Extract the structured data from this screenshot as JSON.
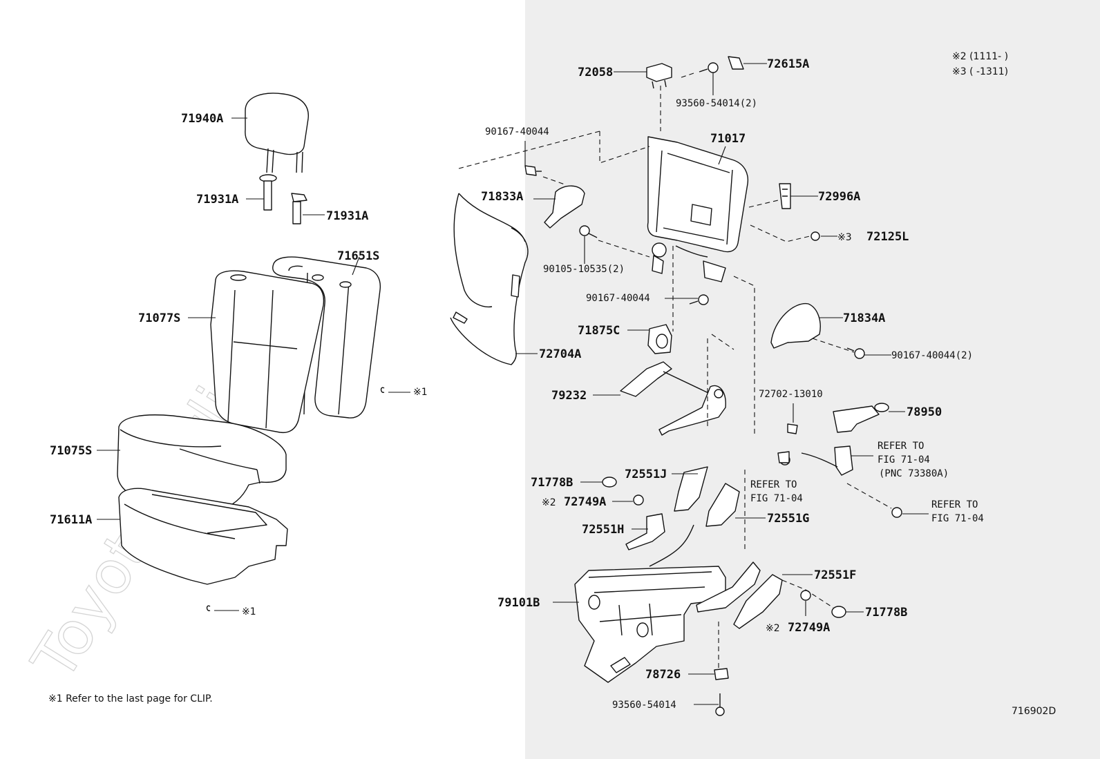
{
  "diagram_code": "716902D",
  "watermark": "ToyotaCarline.ru",
  "legend": {
    "note_2": "※2 (1111-      )",
    "note_3": "※3 (      -1311)"
  },
  "footnote": "※1  Refer to the last page for CLIP.",
  "clip_note": "※1",
  "parts": {
    "p72058": "72058",
    "p72615A": "72615A",
    "p93560_54014_2": "93560-54014(2)",
    "p90167_40044_top": "90167-40044",
    "p71017": "71017",
    "p71833A": "71833A",
    "p72996A": "72996A",
    "p72125L": "72125L",
    "p72125L_prefix": "※3",
    "p90105_10535_2": "90105-10535(2)",
    "p90167_40044_mid": "90167-40044",
    "p71834A": "71834A",
    "p71875C": "71875C",
    "p72704A": "72704A",
    "p90167_40044_2": "90167-40044(2)",
    "p79232": "79232",
    "p72702_13010": "72702-13010",
    "p78950": "78950",
    "p71940A": "71940A",
    "p71931A_left": "71931A",
    "p71931A_right": "71931A",
    "p71651S": "71651S",
    "p71077S": "71077S",
    "p71075S": "71075S",
    "p71611A": "71611A",
    "p72551J": "72551J",
    "p71778B_left": "71778B",
    "p72749A_left": "72749A",
    "p72749A_left_prefix": "※2",
    "p72551H": "72551H",
    "p72551G": "72551G",
    "p72551F": "72551F",
    "p79101B": "79101B",
    "p72749A_right": "72749A",
    "p72749A_right_prefix": "※2",
    "p71778B_right": "71778B",
    "p78726": "78726",
    "p93560_54014": "93560-54014"
  },
  "refers": {
    "r1_line1": "REFER TO",
    "r1_line2": "FIG 71-04",
    "r1_line3": "(PNC 73380A)",
    "r2_line1": "REFER TO",
    "r2_line2": "FIG 71-04",
    "r3_line1": "REFER TO",
    "r3_line2": "FIG 71-04"
  }
}
